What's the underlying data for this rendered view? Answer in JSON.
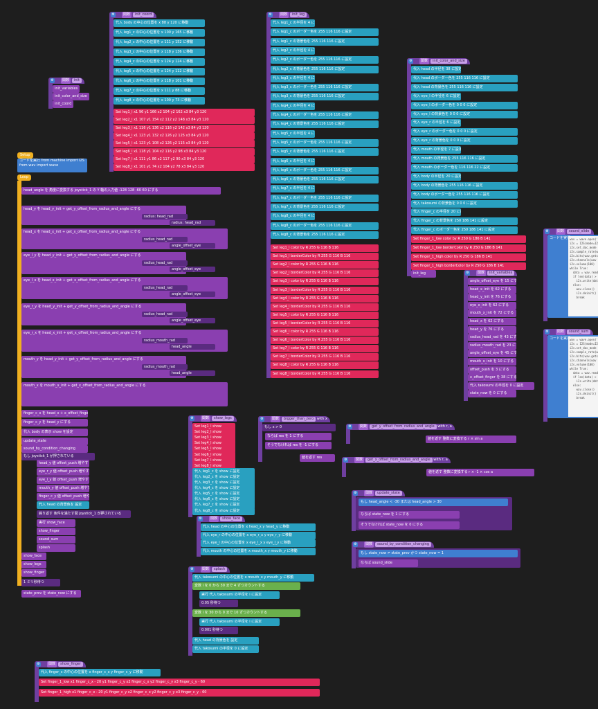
{
  "init_coord": {
    "title_kw": "関数",
    "title": "init_coord",
    "rows": [
      "代入 body の中心の位置を x 88 y 120 に移動",
      "代入 leg1_c の中心の位置を x 100 y 165 に移動",
      "代入 leg2_c の中心の位置を x 111 y 152 に移動",
      "代入 leg3_c の中心の位置を x 118 y 136 に移動",
      "代入 leg4_c の中心の位置を x 124 y 124 に移動",
      "代入 leg5_c の中心の位置を x 124 y 112 に移動",
      "代入 leg6_c の中心の位置を x 118 y 101 に移動",
      "代入 leg7_c の中心の位置を x 111 y 88 に移動",
      "代入 leg8_c の中心の位置を x 100 y 73 に移動"
    ],
    "set_rows": [
      "Set leg1_l x1 96 y1 166 x2 104 y2 162 x3 84 y3 120",
      "Set leg2_l x1 107 y1 154 x2 112 y2 148 x3 84 y3 120",
      "Set leg3_l x1 116 y1 136 x2 116 y2 142 x3 84 y3 120",
      "Set leg4_l x1 123 y1 132 x2 126 y2 125 x3 84 y3 120",
      "Set leg5_l x1 123 y1 108 x2 126 y2 115 x3 84 y3 120",
      "Set leg6_l x1 118 y1 104 x2 116 y2 98 x3 84 y3 120",
      "Set leg7_l x1 111 y1 86 x2 117 y2 90 x3 84 y3 120",
      "Set leg8_l x1 101 y1 74 x2 104 y2 78 x3 84 y3 120"
    ]
  },
  "init_leg": {
    "title_kw": "関数",
    "title": "init_leg",
    "rows": [
      "代入 leg1_c の半径を 4 に設定",
      "代入 leg1_c のボーダー色を 255 116 116 に設定",
      "代入 leg1_c の背景色を 255 116 116 に設定",
      "代入 leg2_c の半径を 4 に設定",
      "代入 leg2_c のボーダー色を 255 116 116 に設定",
      "代入 leg2_c の背景色を 255 116 116 に設定",
      "代入 leg3_c の半径を 4 に設定",
      "代入 leg3_c のボーダー色を 255 116 116 に設定",
      "代入 leg3_c の背景色を 255 116 116 に設定",
      "代入 leg4_c の半径を 4 に設定",
      "代入 leg4_c のボーダー色を 255 116 116 に設定",
      "代入 leg4_c の背景色を 255 116 116 に設定",
      "代入 leg5_c の半径を 4 に設定",
      "代入 leg5_c のボーダー色を 255 116 116 に設定",
      "代入 leg5_c の背景色を 255 116 116 に設定",
      "代入 leg6_c の半径を 4 に設定",
      "代入 leg6_c のボーダー色を 255 116 116 に設定",
      "代入 leg6_c の背景色を 255 116 116 に設定",
      "代入 leg7_c の半径を 4 に設定",
      "代入 leg7_c のボーダー色を 255 116 116 に設定",
      "代入 leg7_c の背景色を 255 116 116 に設定",
      "代入 leg8_c の半径を 4 に設定",
      "代入 leg8_c のボーダー色を 255 116 116 に設定",
      "代入 leg8_c の背景色を 255 116 116 に設定"
    ],
    "set_rows": [
      "Set leg1_l color by R 255 G 116 B 116",
      "Set leg1_l borderColor by R 255 G 116 B 116",
      "Set leg2_l color by R 255 G 116 B 116",
      "Set leg2_l borderColor by R 255 G 116 B 116",
      "Set leg3_l color by R 255 G 116 B 116",
      "Set leg3_l borderColor by R 255 G 116 B 116",
      "Set leg4_l color by R 255 G 116 B 116",
      "Set leg4_l borderColor by R 255 G 116 B 116",
      "Set leg5_l color by R 255 G 116 B 116",
      "Set leg5_l borderColor by R 255 G 116 B 116",
      "Set leg6_l color by R 255 G 116 B 116",
      "Set leg6_l borderColor by R 255 G 116 B 116",
      "Set leg7_l color by R 255 G 116 B 116",
      "Set leg7_l borderColor by R 255 G 116 B 116",
      "Set leg8_l color by R 255 G 116 B 116",
      "Set leg8_l borderColor by R 255 G 116 B 116"
    ]
  },
  "init_color": {
    "title_kw": "関数",
    "title": "init_color_and_size",
    "rows": [
      "代入 head の半径を 38 に設定",
      "代入 head のボーダー色を 255 116 116 に設定",
      "代入 head の背景色を 255 116 116 に設定",
      "代入 eye_l の半径を 6 に設定",
      "代入 eye_l のボーダー色を 0 0 0 に設定",
      "代入 eye_l の背景色を 0 0 0 に設定",
      "代入 eye_r の半径を 6 に設定",
      "代入 eye_r のボーダー色を 0 0 0 に設定",
      "代入 eye_r の背景色を 0 0 0 に設定",
      "代入 mouth の半径を 7 に設定",
      "代入 mouth の背景色を 255 116 116 に設定",
      "代入 mouth のボーダー色を 116 116 22 に設定",
      "代入 body の半径を 20 に設定",
      "代入 body の背景色を 255 116 116 に設定",
      "代入 body のボーダー色を 255 116 116 に設定",
      "代入 takosumi の背景色を 0 0 0 に設定",
      "代入 finger_c の半径を 20 に設定",
      "代入 finger_c の背景色を 250 186 141 に設定",
      "代入 finger_c のボーダー色を 250 186 141 に設定"
    ],
    "set_rows": [
      "Set finger_1_low color by R 250 G 186 B 141",
      "Set finger_1_low borderColor by R 250 G 186 B 141",
      "Set finger_1_high color by R 250 G 186 B 141",
      "Set finger_1_high borderColor by R 250 G 186 B 141"
    ],
    "tail": "init_leg"
  },
  "init": {
    "title_kw": "関数",
    "title": "init",
    "items": [
      "init_variables",
      "init_color_and_size",
      "init_coord"
    ]
  },
  "setup": {
    "label": "Setup",
    "code_label": "コードを実行",
    "code": "from machine import I2S\nfrom wav import wave"
  },
  "loop": {
    "label": "Loop",
    "rows": [
      "head_angle を 角度に変換する  joystick_1 の Y 軸の入力値  -128  128  -60  60  にする",
      "head_y を  head_y_init  +  get_y_offset_from_radius_and_angle  にする",
      "head_x を  head_x_init  +  get_x_offset_from_radius_and_angle  にする",
      "eye_l_y を  head_y_init  +  get_y_offset_from_radius_and_angle  にする",
      "eye_l_x を  head_x_init  +  get_x_offset_from_radius_and_angle  にする",
      "eye_r_y を  head_y_init  +  get_y_offset_from_radius_and_angle  にする",
      "eye_r_x を  head_x_init  +  get_x_offset_from_radius_and_angle  にする",
      "mouth_y を  head_y_init  +  get_y_offset_from_radius_and_angle  にする",
      "mouth_x を  mouth_x_init  +  get_x_offset_from_radius_and_angle  にする"
    ],
    "sub_labels": [
      "radius: head_rad",
      "radius: head_rad",
      "radius_head_rad",
      "angle_offset_eye",
      "radius_head_rad",
      "angle_offset_eye",
      "radius_head_rad",
      "angle_offset_eye",
      "radius_head_rad",
      "angle_offset_eye",
      "radius_mouth_rad",
      "head_angle",
      "radius_mouth_rad",
      "head_angle"
    ],
    "tail": [
      "finger_c_x を  head_x  +  x_offset_finger  にする",
      "finger_c_y を  head_y  にする",
      "代入 body の表示 show を設定",
      "update_state",
      "sound_by_condition_changing",
      "もし  joystick_1 が押されている",
      "head_y 値 offset_push 増やす",
      "eye_r_y 値 offset_push 増やす",
      "eye_l_y 値 offset_push 増やす",
      "mouth_y 値 offset_push 増やす",
      "finger_c_y 値 offset_push 増やす",
      "代入 head の背景色を 設定",
      "繰り返す 条件を満たす間  joystick_1 が押されている",
      "実行 show_face",
      "show_finger",
      "sound_sum",
      "splash",
      "show_face",
      "show_legs",
      "show_finger",
      "1 ミリ秒待つ",
      "state_prev を state_now にする"
    ]
  },
  "show_legs": {
    "title": "show_legs",
    "rows": [
      "Set leg1_l show",
      "Set leg2_l show",
      "Set leg3_l show",
      "Set leg4_l show",
      "Set leg5_l show",
      "Set leg6_l show",
      "Set leg7_l show",
      "Set leg8_l show",
      "代入 leg1_c を show に設定",
      "代入 leg2_c を show に設定",
      "代入 leg3_c を show に設定",
      "代入 leg4_c を show に設定",
      "代入 leg5_c を show に設定",
      "代入 leg6_c を show に設定",
      "代入 leg7_c を show に設定",
      "代入 leg8_c を show に設定"
    ]
  },
  "show_face": {
    "title": "show_face",
    "rows": [
      "代入 head の中心の位置を x head_x y head_y に移動",
      "代入 eye_r の中心の位置を x eye_r_x y eye_r_y に移動",
      "代入 eye_l の中心の位置を x eye_l_x y eye_l_y に移動",
      "代入 mouth の中心の位置を x mouth_x y mouth_y に移動"
    ]
  },
  "splash": {
    "title": "splash",
    "rows": [
      "代入 takosumi の中心の位置を x mouth_x y mouth_y に移動",
      "変数 i を 0 から 30 まで 4 ずつカウントする",
      "実行 代入 takosumi の半径を i に設定",
      "0.05 秒待つ",
      "変数 i を 30 から 0 まで 10 ずつカウントする",
      "実行 代入 takosumi の半径を i に設定",
      "0.001 秒待つ",
      "代入 head の背景色を 設定",
      "代入 takosumi の半径を 0 に設定"
    ]
  },
  "bigger": {
    "title": "bigger_than_zero",
    "args": "with x",
    "rows": [
      "もし  x > 0",
      "ならば  res を 1 にする",
      "そうでなければ  res を -1 にする",
      "値を返す  res"
    ]
  },
  "get_y": {
    "title": "get_y_offset_from_radius_and_angle",
    "args": "with r, a",
    "ret": "値を返す  整数に変換する  r × sin  a"
  },
  "get_x": {
    "title": "get_x_offset_from_radius_and_angle",
    "args": "with r, a",
    "ret": "値を返す  整数に変換する  r × -1 × cos  a"
  },
  "update_state": {
    "title": "update_state",
    "rows": [
      "もし  head_angle < -30  または  head_angle > 30",
      "ならば  state_now を 1 にする",
      "そうでなければ  state_now を 0 にする"
    ]
  },
  "sound_cond": {
    "title": "sound_by_condition_changing",
    "rows": [
      "もし  state_now ≠ state_prev  かつ  state_now = 1",
      "ならば  sound_slide"
    ]
  },
  "init_vars": {
    "title": "init_variables",
    "rows": [
      "angle_offset_eye を 15 にする",
      "head_x_init を 62 にする",
      "head_y_init を 76 にする",
      "eye_x_init を 62 にする",
      "mouth_x_init を 72 にする",
      "head_x を 62 にする",
      "head_y を 76 にする",
      "radius_head_rad を 43 にする",
      "radius_mouth_rad を 23 にする",
      "angle_offset_eye を 45 にする",
      "mouth_x_init を 10 にする",
      "offset_push を 3 にする",
      "x_offset_finger を 38 にする",
      "代入 takosumi の半径を 0 に設定",
      "state_now を 0 にする"
    ]
  },
  "sound_slide": {
    "title": "sound_slide",
    "code_label": "コードを実行",
    "code": "wav = wave.open('s\ni2s = I2S(mode=I2S\ni2s.set_dac_mode\ni2s.sample_rate(w\ni2s.bits(wav.getsa\ni2s.channels(wav\ni2s.volume(100)\nwhile True:\n  data = wav.readf\n  if len(data) > 0:\n    i2s.write(data\n  else:\n    wav.close()\n    i2s.deinit()\n    break"
  },
  "sound_sum": {
    "title": "sound_sum",
    "code_label": "コードを実行",
    "code": "wav = wave.open('s\ni2s = I2S(mode=I2S\ni2s.set_dac_mode\ni2s.sample_rate(w\ni2s.bits(wav.getsa\ni2s.channels(wav\ni2s.volume(100)\nwhile True:\n  data = wav.readf\n  if len(data) > 0:\n    i2s.write(data\n  else:\n    wav.close()\n    i2s.deinit()\n    break"
  },
  "show_finger": {
    "title": "show_finger",
    "rows": [
      "代入 finger_c の中心の位置を x finger_c_x y finger_c_y に移動",
      "Set finger_1_low x1 finger_c_x - 20 y1 finger_c_y x2 finger_c_x y2 finger_c_y x3 finger_c_y - 60",
      "Set finger_1_high x1 finger_c_x - 20 y1 finger_c_y x2 finger_c_x y2 finger_c_y x3 finger_c_y - 60"
    ]
  }
}
